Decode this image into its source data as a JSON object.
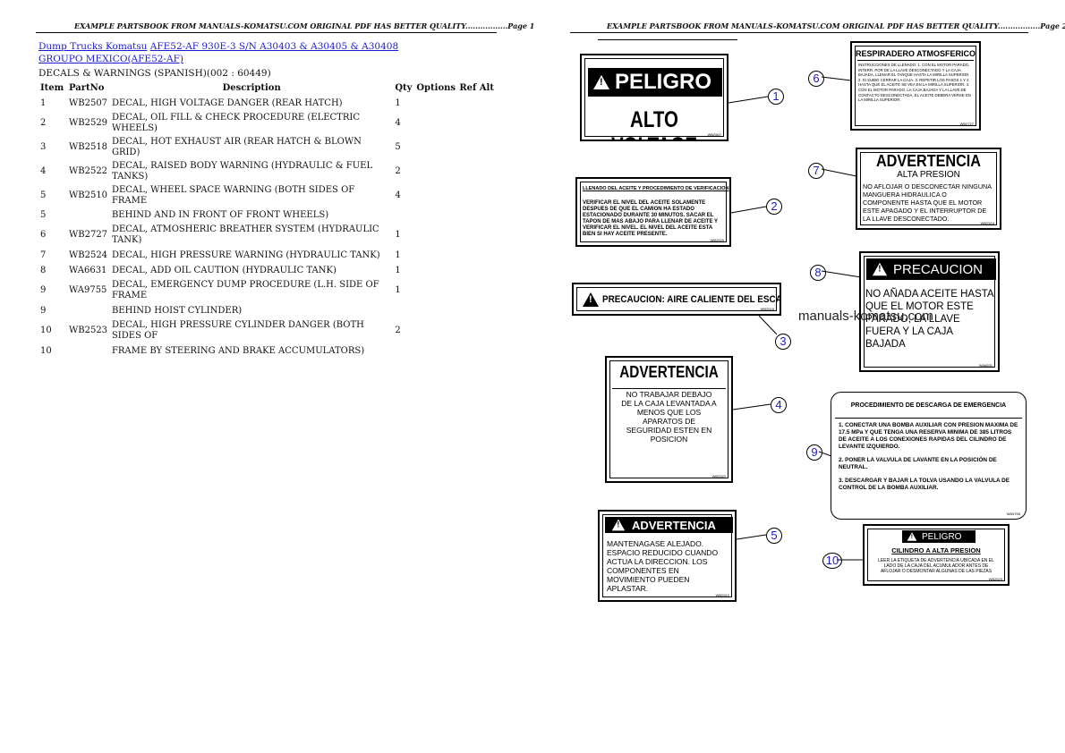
{
  "header": {
    "left": "EXAMPLE PARTSBOOK FROM MANUALS-KOMATSU.COM ORIGINAL PDF HAS BETTER QUALITY.................Page 1",
    "right": "EXAMPLE PARTSBOOK FROM MANUALS-KOMATSU.COM ORIGINAL PDF HAS BETTER QUALITY.................Page 2"
  },
  "breadcrumb": {
    "link1": "Dump Trucks Komatsu",
    "link2": "AFE52-AF 930E-3 S/N A30403 & A30405 & A30408 GROUPO MEXICO(AFE52-AF)"
  },
  "section_title": "DECALS & WARNINGS (SPANISH)(002 : 60449)",
  "table": {
    "headers": [
      "Item",
      "PartNo",
      "Description",
      "Qty",
      "Options",
      "Ref Alt"
    ],
    "rows": [
      {
        "item": "1",
        "part": "WB2507",
        "desc": "DECAL, HIGH VOLTAGE DANGER (REAR HATCH)",
        "qty": "1"
      },
      {
        "item": "2",
        "part": "WB2529",
        "desc": "DECAL, OIL FILL & CHECK PROCEDURE (ELECTRIC WHEELS)",
        "qty": "4"
      },
      {
        "item": "3",
        "part": "WB2518",
        "desc": "DECAL, HOT EXHAUST AIR (REAR HATCH & BLOWN GRID)",
        "qty": "5"
      },
      {
        "item": "4",
        "part": "WB2522",
        "desc": "DECAL, RAISED BODY WARNING (HYDRAULIC & FUEL TANKS)",
        "qty": "2"
      },
      {
        "item": "5",
        "part": "WB2510",
        "desc": "DECAL, WHEEL SPACE WARNING (BOTH SIDES OF FRAME",
        "qty": "4"
      },
      {
        "item": "5",
        "part": "",
        "desc": "BEHIND AND IN FRONT OF FRONT WHEELS)",
        "qty": ""
      },
      {
        "item": "6",
        "part": "WB2727",
        "desc": "DECAL, ATMOSHERIC BREATHER SYSTEM (HYDRAULIC TANK)",
        "qty": "1"
      },
      {
        "item": "7",
        "part": "WB2524",
        "desc": "DECAL, HIGH PRESSURE WARNING (HYDRAULIC TANK)",
        "qty": "1"
      },
      {
        "item": "8",
        "part": "WA6631",
        "desc": "DECAL, ADD OIL CAUTION (HYDRAULIC TANK)",
        "qty": "1"
      },
      {
        "item": "9",
        "part": "WA9755",
        "desc": "DECAL, EMERGENCY DUMP PROCEDURE (L.H. SIDE OF FRAME",
        "qty": "1"
      },
      {
        "item": "9",
        "part": "",
        "desc": "BEHIND HOIST CYLINDER)",
        "qty": ""
      },
      {
        "item": "10",
        "part": "WB2523",
        "desc": "DECAL, HIGH PRESSURE CYLINDER DANGER (BOTH SIDES OF",
        "qty": "2"
      },
      {
        "item": "10",
        "part": "",
        "desc": "FRAME BY STEERING AND BRAKE ACCUMULATORS)",
        "qty": ""
      }
    ]
  },
  "watermark": "manuals-komatsu.com",
  "decals": {
    "d1": {
      "title": "PELIGRO",
      "body": "ALTO VOLTAGE",
      "code": "WB2507"
    },
    "d2": {
      "title": "LLENADO DEL ACEITE Y PROCEDIMIENTO DE VERIFICACION",
      "body": "VERIFICAR EL NIVEL DEL ACEITE SOLAMENTE DESPUES DE QUE EL CAMION HA ESTADO ESTACIONADO DURANTE 30 MINUTOS. SACAR EL TAPON DE MAS ABAJO PARA LLENAR DE ACEITE Y VERIFICAR EL NIVEL. EL NIVEL DEL ACEITE ESTA BIEN SI HAY ACEITE PRESENTE.",
      "code": "WB2529"
    },
    "d3": {
      "title": "PRECAUCION: AIRE CALIENTE DEL ESCAPE",
      "code": "WB2518"
    },
    "d4": {
      "title": "ADVERTENCIA",
      "body": "NO TRABAJAR DEBAJO DE LA CAJA LEVANTADA A MENOS QUE LOS APARATOS DE SEGURIDAD ESTEN EN POSICION",
      "code": "WB2522"
    },
    "d5": {
      "title": "ADVERTENCIA",
      "body": "MANTENAGASE ALEJADO. ESPACIO REDUCIDO CUANDO ACTUA LA DIRECCION. LOS COMPONENTES EN MOVIMIENTO PUEDEN APLASTAR.",
      "code": "WB2510"
    },
    "d6": {
      "title": "RESPIRADERO ATMOSFERICO",
      "body": "INSTRUCCIONES DE LLENADO: 1. CON EL MOTOR PARADO, INTERR. POR DE LA LLAVE DESCONECTADO Y LA CAJA BAJADA, LLENAR EL TANQUE HASTA LA MIRILLA SUPERIOR. 2. SI SUBIO CERRAR LA CAJA. 3. REPETIR LOS PASOS 1 Y 2 HASTA QUE EL ACEITE SE VEA EN LA MIRILLA SUPERIOR. 4. CON EL MOTOR PARADO, LA CAJA BAJADA Y LA LLAVE DE CONTACTO DESCONECTADA, EL ACEITE DEBERA VERSE EN LA MIRILLA SUPERIOR.",
      "code": "WB2727"
    },
    "d7": {
      "title": "ADVERTENCIA",
      "sub": "ALTA PRESION",
      "body": "NO AFLOJAR O DESCONECTAR NINGUNA MANGUERA HIDRAULICA O COMPONENTE HASTA QUE EL MOTOR ESTE APAGADO Y EL INTERRUPTOR DE LA LLAVE DESCONECTADO.",
      "code": "WB2524"
    },
    "d8": {
      "title": "PRECAUCION",
      "body": "NO AÑADA ACEITE HASTA QUE EL MOTOR ESTE PARADO, LA LLAVE FUERA Y LA CAJA BAJADA",
      "code": "WA6631"
    },
    "d9": {
      "title": "PROCEDIMIENTO DE DESCARGA DE EMERGENCIA",
      "step1": "1. CONECTAR UNA BOMBA AUXILIAR CON PRESION MAXIMA DE 17.5 MPa Y QUE TENGA UNA RESERVA MINIMA DE 385 LITROS DE ACEITE A LOS CONEXIONES RAPIDAS DEL CILINDRO DE LEVANTE IZQUIERDO.",
      "step2": "2. PONER LA VALVULA DE LAVANTE EN LA POSICIÓN DE NEUTRAL.",
      "step3": "3. DESCARGAR Y BAJAR LA TOLVA USANDO LA VALVULA DE CONTROL DE LA BOMBA AUXILIAR.",
      "code": "WA9755"
    },
    "d10": {
      "title": "PELIGRO",
      "sub": "CILINDRO A ALTA PRESION",
      "body": "LEER LA ETIQUETA DE ADVERTENCIA UBICADA EN EL LADO DE LA CAJA DEL ACUMULADOR ANTES DE AFLOJAR O DESMONTAR ALGUNAS DE LAS PIEZAS",
      "code": "WB2523"
    }
  },
  "callouts": [
    "1",
    "2",
    "3",
    "4",
    "5",
    "6",
    "7",
    "8",
    "9",
    "10"
  ]
}
